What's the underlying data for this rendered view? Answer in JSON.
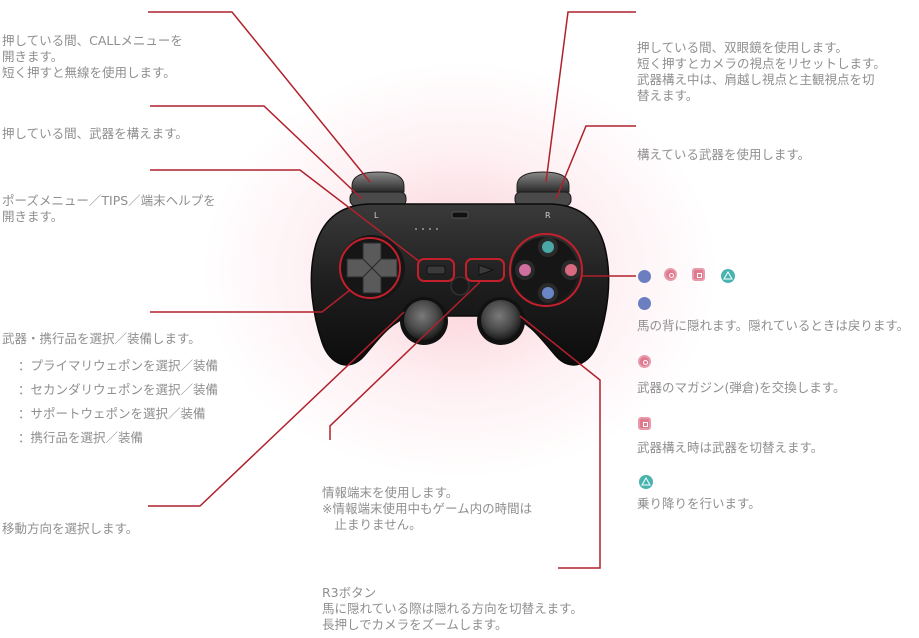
{
  "callouts": {
    "l2": {
      "lines": [
        "押している間、CALLメニューを",
        "開きます。",
        "短く押すと無線を使用します。"
      ]
    },
    "l1": {
      "lines": [
        "押している間、武器を構えます。"
      ]
    },
    "select": {
      "lines": [
        "ポーズメニュー／TIPS／端末ヘルプを",
        "開きます。"
      ]
    },
    "dpad": {
      "lines": [
        "武器・携行品を選択／装備します。"
      ],
      "items": [
        "：プライマリウェポンを選択／装備",
        "：セカンダリウェポンを選択／装備",
        "：サポートウェポンを選択／装備",
        "：携行品を選択／装備"
      ]
    },
    "left_stick": {
      "lines": [
        "移動方向を選択します。"
      ]
    },
    "start": {
      "lines": [
        "情報端末を使用します。",
        "※情報端末使用中もゲーム内の時間は",
        "　止まりません。"
      ]
    },
    "r3": {
      "lines": [
        "R3ボタン",
        "馬に隠れている際は隠れる方向を切替えます。",
        "長押しでカメラをズームします。"
      ]
    },
    "r2": {
      "lines": [
        "押している間、双眼鏡を使用します。",
        "短く押すとカメラの視点をリセットします。",
        "武器構え中は、肩越し視点と主観視点を切",
        "替えます。"
      ]
    },
    "r1": {
      "lines": [
        "構えている武器を使用します。"
      ]
    },
    "cross": {
      "lines": [
        "馬の背に隠れます。隠れているときは戻ります。"
      ]
    },
    "circle": {
      "lines": [
        "武器のマガジン(弾倉)を交換します。"
      ]
    },
    "square": {
      "lines": [
        "武器構え時は武器を切替えます。"
      ]
    },
    "triangle": {
      "lines": [
        "乗り降りを行います。"
      ]
    }
  },
  "controller": {
    "left_trigger_label": "L",
    "right_trigger_label": "R"
  },
  "symbols": {
    "cross": "#6b7fc0",
    "circle": "#e0788e",
    "square": "#e0788e",
    "triangle": "#49b3b0",
    "leader_line": "#b0212c"
  }
}
